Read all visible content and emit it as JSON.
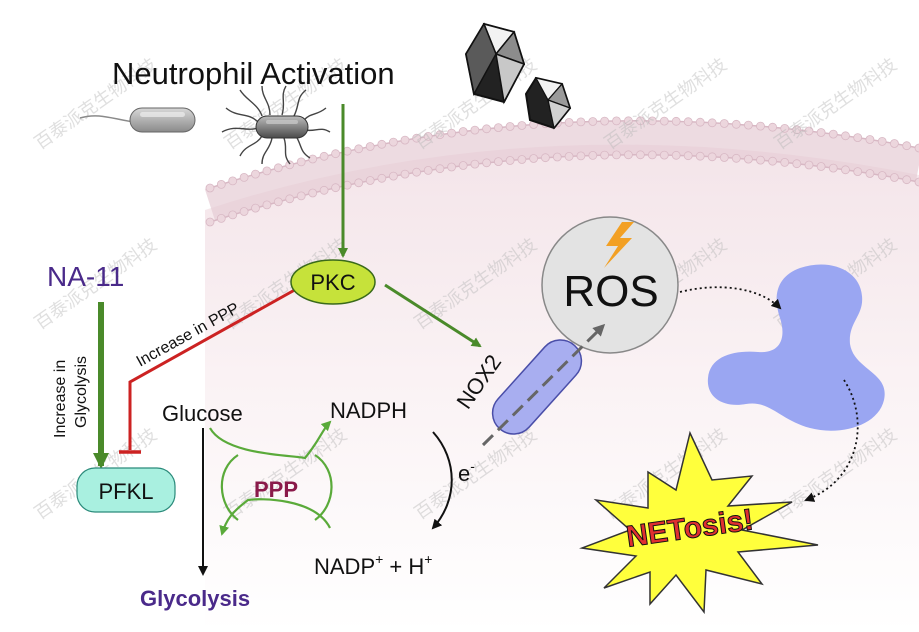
{
  "title": "Neutrophil Activation",
  "membrane": {
    "fill_color": "#f6eaee",
    "line_color": "#d8b8c4"
  },
  "nodes": {
    "pkc": {
      "label": "PKC",
      "color": "#c6e23a"
    },
    "nox2": {
      "label": "NOX2",
      "color": "#a8aef0"
    },
    "ros": {
      "label": "ROS",
      "color": "#e3e3e3"
    },
    "pfkl": {
      "label": "PFKL",
      "color": "#a9f0e0"
    },
    "netosis": {
      "label": "NETosis!",
      "color": "#ffff3c",
      "text_color": "#e03030"
    },
    "protein_blob": {
      "color": "#9aa6f2"
    }
  },
  "labels": {
    "na11": "NA-11",
    "increase_glycolysis_line1": "Increase in",
    "increase_glycolysis_line2": "Glycolysis",
    "increase_ppp": "Increase in PPP",
    "glucose": "Glucose",
    "nadph": "NADPH",
    "ppp": "PPP",
    "electron": "e",
    "electron_sup": "-",
    "nadp_main": "NADP",
    "nadp_sup": "+",
    "nadp_plus": " + H",
    "nadp_h_sup": "+",
    "glycolysis": "Glycolysis"
  },
  "colors": {
    "activation_arrow": "#4a8a2a",
    "inhibition_line": "#cc2222",
    "na11_text": "#4a2a8a",
    "glycolysis_text": "#4a2a8a",
    "ppp_text": "#8a1a4a",
    "ppp_arrows": "#5aaa3a"
  },
  "watermark": "百泰派克生物科技"
}
